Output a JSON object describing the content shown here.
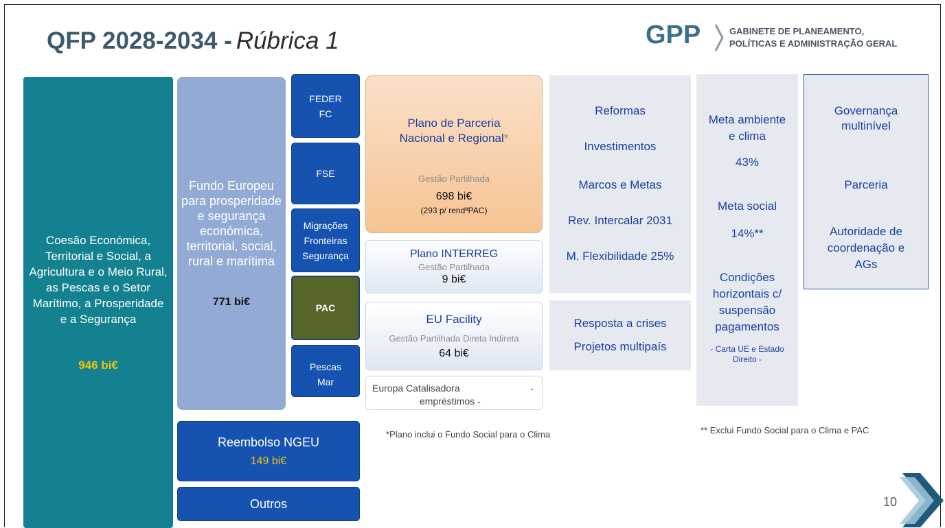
{
  "header": {
    "title_main": "QFP 2028-2034 -",
    "title_italic": "Rúbrica 1",
    "logo_mark": "GPP",
    "logo_line1": "GABINETE DE PLANEAMENTO,",
    "logo_line2": "POLÍTICAS E ADMINISTRAÇÃO GERAL"
  },
  "col1": {
    "text": "Coesão Económica, Territorial e Social, a Agricultura e o Meio Rural, as Pescas e o Setor Marítimo, a Prosperidade e a Segurança",
    "amount": "946 bi€"
  },
  "col2": {
    "fund": "Fundo Europeu para prosperidade e segurança económica, territorial, social, rural e marítima",
    "amount": "771 bi€",
    "ngeu_label": "Reembolso NGEU",
    "ngeu_amount": "149 bi€",
    "outros": "Outros"
  },
  "col3": {
    "feder_1": "FEDER",
    "feder_2": "FC",
    "fse": "FSE",
    "migr_1": "Migrações",
    "migr_2": "Fronteiras",
    "migr_3": "Segurança",
    "pac": "PAC",
    "pescas_1": "Pescas",
    "pescas_2": "Mar"
  },
  "col4": {
    "plano_1": "Plano de Parceria",
    "plano_2": "Nacional e Regional",
    "plano_star": "*",
    "plano_gestao": "Gestão Partilhada",
    "plano_amount": "698 bi€",
    "plano_note": "(293 p/ rendªPAC)",
    "interreg_title": "Plano INTERREG",
    "interreg_gestao": "Gestão Partilhada",
    "interreg_amount": "9 bi€",
    "euf_title": "EU Facility",
    "euf_gestao": "Gestão Partilhada Direta Indireta",
    "euf_amount": "64 bi€",
    "cat_1": "Europa Catalisadora",
    "cat_dash": "-",
    "cat_2": "empréstimos -",
    "footnote": "*Plano inclui o Fundo Social para o Clima"
  },
  "col5": {
    "items": [
      "Reformas",
      "Investimentos",
      "Marcos e Metas",
      "Rev. Intercalar 2031",
      "M. Flexibilidade 25%"
    ],
    "crises": "Resposta a crises",
    "multi": "Projetos multipaís"
  },
  "col6": {
    "meta_amb_1": "Meta ambiente",
    "meta_amb_2": "e clima",
    "meta_amb_pct": "43%",
    "meta_soc": "Meta social",
    "meta_soc_pct": "14%**",
    "cond_1": "Condições",
    "cond_2": "horizontais c/",
    "cond_3": "suspensão",
    "cond_4": "pagamentos",
    "carta_1": "- Carta UE e Estado",
    "carta_2": "Direito -",
    "footnote_stars": "**",
    "footnote": "Exclui Fundo Social para o Clima e PAC"
  },
  "col7": {
    "gov_1": "Governança",
    "gov_2": "multinível",
    "parceria": "Parceria",
    "aut_1": "Autoridade de",
    "aut_2": "coordenação e",
    "aut_3": "AGs"
  },
  "page_number": "10",
  "colors": {
    "teal": "#148190",
    "lavender": "#93aad4",
    "blue": "#1653b0",
    "olive": "#566628",
    "gold": "#f4c20d",
    "title": "#3d5a6c"
  }
}
